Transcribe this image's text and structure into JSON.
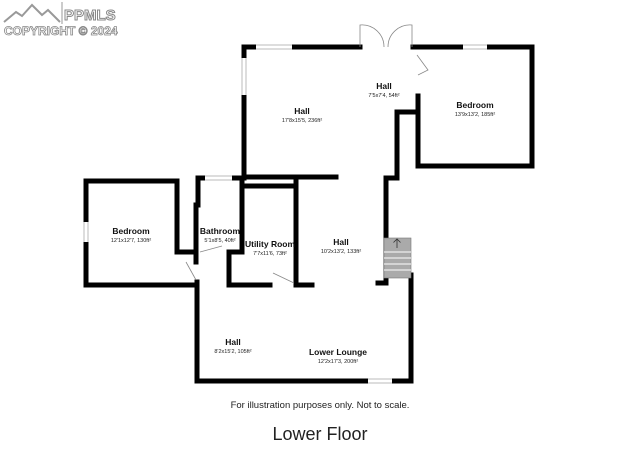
{
  "watermark": {
    "brand": "PPMLS",
    "copyright": "COPYRIGHT © 2024"
  },
  "rooms": [
    {
      "name": "Hall",
      "dims": "17'8x15'5, 236ft²"
    },
    {
      "name": "Hall",
      "dims": "7'5x7'4, 54ft²"
    },
    {
      "name": "Bedroom",
      "dims": "13'9x13'2, 185ft²"
    },
    {
      "name": "Bedroom",
      "dims": "12'1x12'7, 130ft²"
    },
    {
      "name": "Bathroom",
      "dims": "5'1x8'5, 40ft²"
    },
    {
      "name": "Utility Room",
      "dims": "7'7x11'6, 73ft²"
    },
    {
      "name": "Hall",
      "dims": "10'2x13'2, 133ft²"
    },
    {
      "name": "Hall",
      "dims": "8'2x15'2, 105ft²"
    },
    {
      "name": "Lower Lounge",
      "dims": "12'2x17'3, 200ft²"
    }
  ],
  "stairs_icon": "arrow-up-icon",
  "note": "For illustration purposes only. Not to scale.",
  "floor_label": "Lower Floor"
}
